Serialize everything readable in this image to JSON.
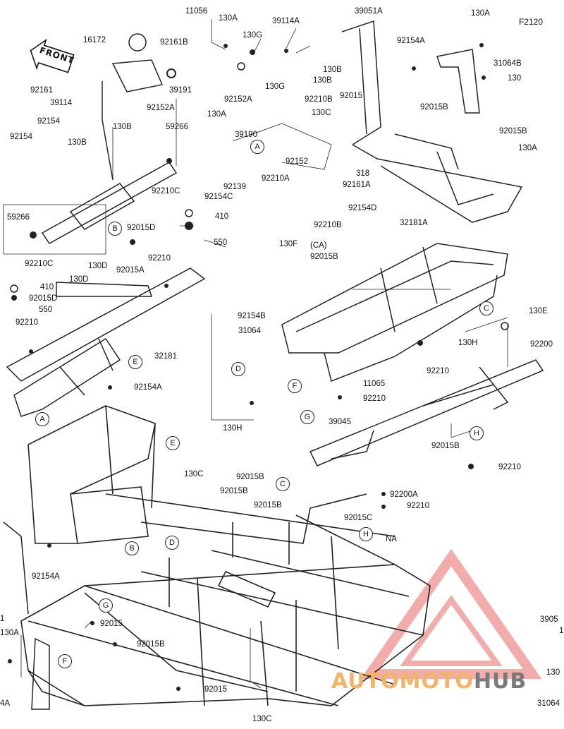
{
  "diagram_code": "F2120",
  "front_label": "FRONT",
  "watermark": {
    "part1": "AUTOMOTO",
    "part2": "HUB"
  },
  "labels": [
    {
      "id": "l1",
      "text": "11056"
    },
    {
      "id": "l2",
      "text": "130A"
    },
    {
      "id": "l3",
      "text": "39114A"
    },
    {
      "id": "l4",
      "text": "39051A"
    },
    {
      "id": "l5",
      "text": "130A"
    },
    {
      "id": "l6",
      "text": "16172"
    },
    {
      "id": "l7",
      "text": "92161B"
    },
    {
      "id": "l8",
      "text": "130G"
    },
    {
      "id": "l9",
      "text": "92154A"
    },
    {
      "id": "l10",
      "text": "31064B"
    },
    {
      "id": "l11",
      "text": "130B"
    },
    {
      "id": "l12",
      "text": "130B"
    },
    {
      "id": "l13",
      "text": "130"
    },
    {
      "id": "l14",
      "text": "92161"
    },
    {
      "id": "l15",
      "text": "39191"
    },
    {
      "id": "l16",
      "text": "92152A"
    },
    {
      "id": "l17",
      "text": "92015"
    },
    {
      "id": "l18",
      "text": "39114"
    },
    {
      "id": "l19",
      "text": "92152A"
    },
    {
      "id": "l20",
      "text": "130G"
    },
    {
      "id": "l21",
      "text": "92210B"
    },
    {
      "id": "l22",
      "text": "92015B"
    },
    {
      "id": "l23",
      "text": "130B"
    },
    {
      "id": "l24",
      "text": "130A"
    },
    {
      "id": "l25",
      "text": "130C"
    },
    {
      "id": "l26",
      "text": "92154"
    },
    {
      "id": "l27",
      "text": "59266"
    },
    {
      "id": "l28",
      "text": "39190"
    },
    {
      "id": "l29",
      "text": "92015B"
    },
    {
      "id": "l30",
      "text": "130B"
    },
    {
      "id": "l31",
      "text": "130A"
    },
    {
      "id": "l32",
      "text": "92154"
    },
    {
      "id": "l33",
      "text": "92152"
    },
    {
      "id": "l34",
      "text": "92210A"
    },
    {
      "id": "l35",
      "text": "318"
    },
    {
      "id": "l36",
      "text": "92161A"
    },
    {
      "id": "l37",
      "text": "92210C"
    },
    {
      "id": "l38",
      "text": "92139"
    },
    {
      "id": "l39",
      "text": "92154C"
    },
    {
      "id": "l40",
      "text": "410"
    },
    {
      "id": "l41",
      "text": "92154D"
    },
    {
      "id": "l42",
      "text": "59266"
    },
    {
      "id": "l43",
      "text": "92015D"
    },
    {
      "id": "l44",
      "text": "92210B"
    },
    {
      "id": "l45",
      "text": "32181A"
    },
    {
      "id": "l46",
      "text": "130F"
    },
    {
      "id": "l47",
      "text": "550"
    },
    {
      "id": "l48",
      "text": "(CA)"
    },
    {
      "id": "l49",
      "text": "92015B"
    },
    {
      "id": "l50",
      "text": "92210C"
    },
    {
      "id": "l51",
      "text": "92015A"
    },
    {
      "id": "l52",
      "text": "92210"
    },
    {
      "id": "l53",
      "text": "130D"
    },
    {
      "id": "l54",
      "text": "130D"
    },
    {
      "id": "l55",
      "text": "410"
    },
    {
      "id": "l56",
      "text": "92015D"
    },
    {
      "id": "l57",
      "text": "550"
    },
    {
      "id": "l58",
      "text": "92154B"
    },
    {
      "id": "l59",
      "text": "130E"
    },
    {
      "id": "l60",
      "text": "92210"
    },
    {
      "id": "l61",
      "text": "31064"
    },
    {
      "id": "l62",
      "text": "130H"
    },
    {
      "id": "l63",
      "text": "92200"
    },
    {
      "id": "l64",
      "text": "32181"
    },
    {
      "id": "l65",
      "text": "92210"
    },
    {
      "id": "l66",
      "text": "11065"
    },
    {
      "id": "l67",
      "text": "92154A"
    },
    {
      "id": "l68",
      "text": "92210"
    },
    {
      "id": "l69",
      "text": "130H"
    },
    {
      "id": "l70",
      "text": "39045"
    },
    {
      "id": "l71",
      "text": "92015B"
    },
    {
      "id": "l72",
      "text": "92210"
    },
    {
      "id": "l73",
      "text": "130C"
    },
    {
      "id": "l74",
      "text": "92015B"
    },
    {
      "id": "l75",
      "text": "92015B"
    },
    {
      "id": "l76",
      "text": "92015B"
    },
    {
      "id": "l77",
      "text": "92200A"
    },
    {
      "id": "l78",
      "text": "92210"
    },
    {
      "id": "l79",
      "text": "92015C"
    },
    {
      "id": "l80",
      "text": "NA"
    },
    {
      "id": "l81",
      "text": "92154A"
    },
    {
      "id": "l82",
      "text": "1"
    },
    {
      "id": "l83",
      "text": "3905"
    },
    {
      "id": "l84",
      "text": "1"
    },
    {
      "id": "l85",
      "text": "92015"
    },
    {
      "id": "l86",
      "text": "130A"
    },
    {
      "id": "l87",
      "text": "92015B"
    },
    {
      "id": "l88",
      "text": "92015"
    },
    {
      "id": "l89",
      "text": "130"
    },
    {
      "id": "l90",
      "text": "4A"
    },
    {
      "id": "l91",
      "text": "130C"
    },
    {
      "id": "l92",
      "text": "31064"
    }
  ],
  "callouts": [
    {
      "id": "c1",
      "text": "A"
    },
    {
      "id": "c2",
      "text": "B"
    },
    {
      "id": "c3",
      "text": "C"
    },
    {
      "id": "c4",
      "text": "D"
    },
    {
      "id": "c5",
      "text": "E"
    },
    {
      "id": "c6",
      "text": "F"
    },
    {
      "id": "c7",
      "text": "G"
    },
    {
      "id": "c8",
      "text": "A"
    },
    {
      "id": "c9",
      "text": "E"
    },
    {
      "id": "c10",
      "text": "H"
    },
    {
      "id": "c11",
      "text": "C"
    },
    {
      "id": "c12",
      "text": "D"
    },
    {
      "id": "c13",
      "text": "H"
    },
    {
      "id": "c14",
      "text": "B"
    },
    {
      "id": "c15",
      "text": "G"
    },
    {
      "id": "c16",
      "text": "F"
    }
  ]
}
